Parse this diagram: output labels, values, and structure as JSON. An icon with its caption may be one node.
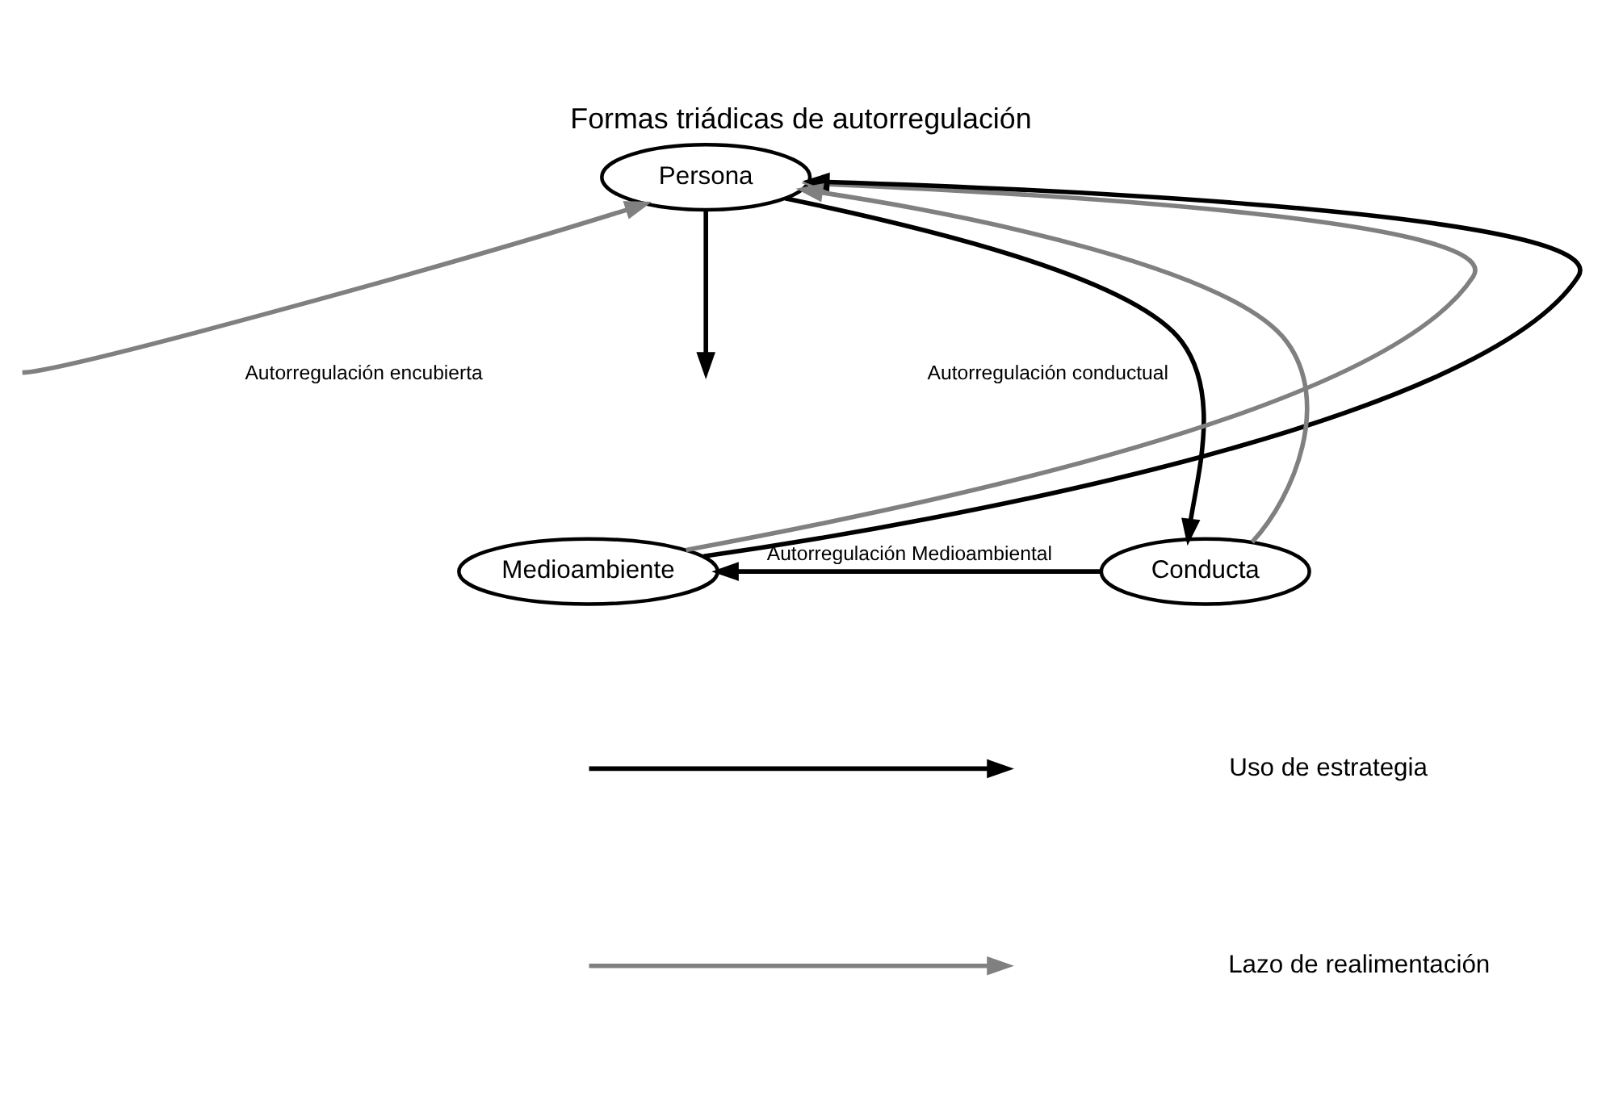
{
  "diagram": {
    "title": "Formas triádicas de autorregulación",
    "nodes": [
      {
        "text": [
          "Persona"
        ]
      },
      {
        "text": [
          "Medioambiente"
        ]
      },
      {
        "text": [
          "Conducta"
        ]
      }
    ],
    "edges": [
      {
        "from": 1,
        "to": 0,
        "arrow": "to",
        "color": "#808080"
      },
      {
        "from": 1,
        "to": 0,
        "arrow": "to"
      },
      {
        "from": null,
        "to": 0,
        "arrow": "to",
        "color": "#808080"
      },
      {
        "from": 0,
        "to": null,
        "arrow": "to"
      },
      {
        "from": 0,
        "to": 2,
        "arrow": "to"
      },
      {
        "from": 2,
        "to": 0,
        "arrow": "to",
        "color": "#808080"
      },
      {
        "from": 2,
        "to": 1,
        "arrow": "to",
        "label": "Autorregulación Medioambiental"
      }
    ],
    "labels": [
      "Autorregulación encubierta",
      "Autorregulación conductual"
    ],
    "legend": [
      {
        "text": "Uso de estrategia"
      },
      {
        "text": "Lazo de realimentación"
      }
    ]
  }
}
